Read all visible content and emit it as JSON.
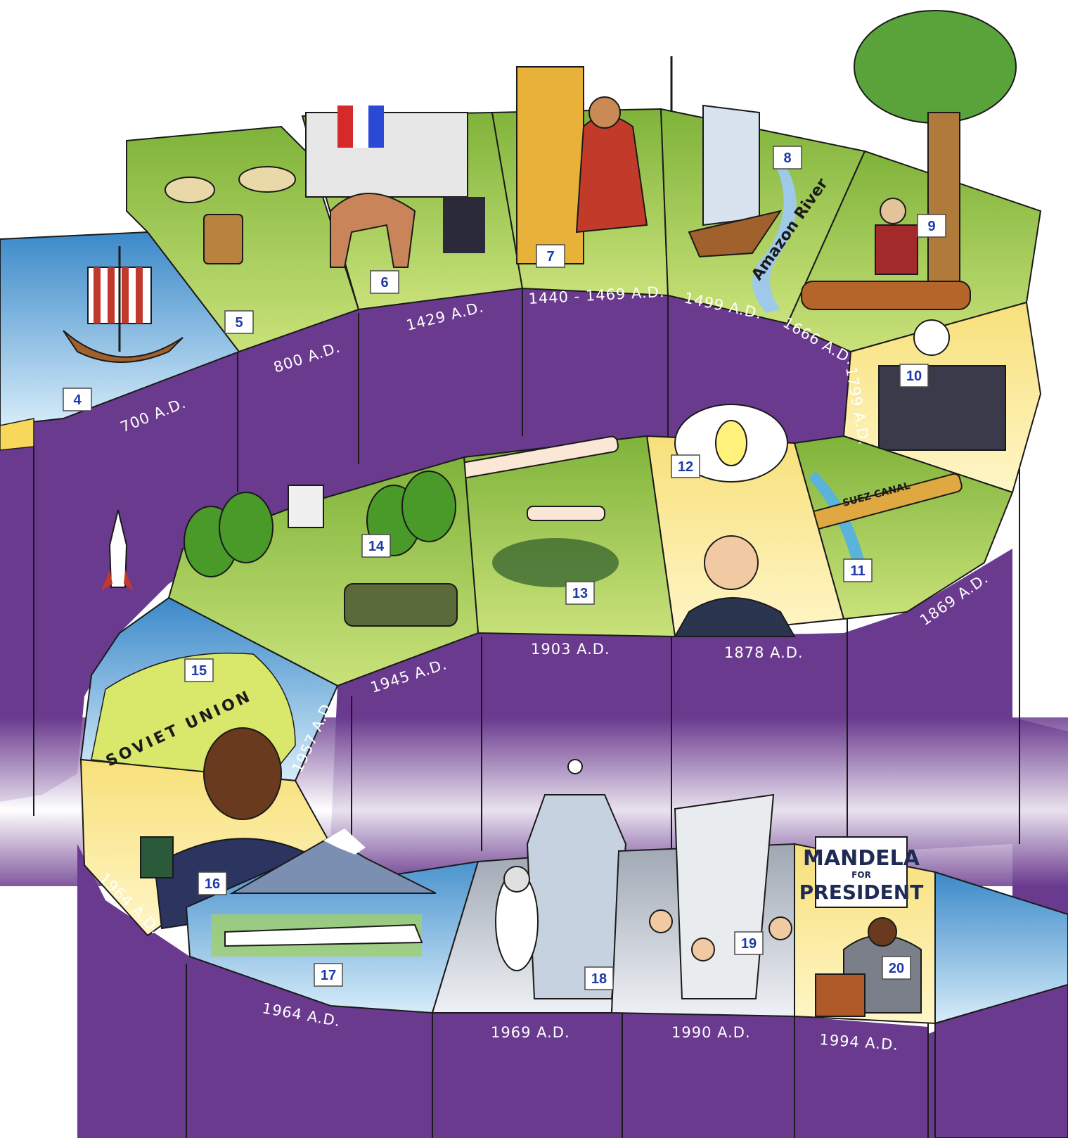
{
  "colors": {
    "road_purple": "#6a3a8e",
    "road_purple_dark": "#4a2570",
    "outline": "#1a1a1a",
    "marker_fill": "#ffffff",
    "marker_text": "#1f3aa8",
    "date_text": "#ffffff"
  },
  "stops": [
    {
      "number": "4",
      "date": "700 A.D.",
      "scene": "viking ship on sea"
    },
    {
      "number": "5",
      "date": "800 A.D.",
      "scene": "tea pickers in field"
    },
    {
      "number": "6",
      "date": "1429 A.D.",
      "scene": "knight on horse with flag before castle"
    },
    {
      "number": "7",
      "date": "1440 - 1469 A.D.",
      "scene": "emperor on throne"
    },
    {
      "number": "8",
      "date": "1499 A.D.",
      "scene": "sailing ship on river",
      "label": "Amazon River"
    },
    {
      "number": "9",
      "date": "1666 A.D.",
      "scene": "man under apple tree"
    },
    {
      "number": "10",
      "date": "1799 A.D.",
      "scene": "composer at piano"
    },
    {
      "number": "11",
      "date": "1869 A.D.",
      "scene": "canal ribbon cutting",
      "label": "SUEZ CANAL"
    },
    {
      "number": "12",
      "date": "1878 A.D.",
      "scene": "inventor with light bulb"
    },
    {
      "number": "13",
      "date": "1903 A.D.",
      "scene": "early biplane"
    },
    {
      "number": "14",
      "date": "1945 A.D.",
      "scene": "celebration with tank and arch"
    },
    {
      "number": "15",
      "date": "1957 A.D.",
      "scene": "rocket over map",
      "label": "SOVIET UNION"
    },
    {
      "number": "16",
      "date": "1964 A.D.",
      "scene": "leader holding medal"
    },
    {
      "number": "17",
      "date": "1964 A.D.",
      "scene": "bullet train and mountain"
    },
    {
      "number": "18",
      "date": "1969 A.D.",
      "scene": "astronaut on moon"
    },
    {
      "number": "19",
      "date": "1990 A.D.",
      "scene": "people breaking wall"
    },
    {
      "number": "20",
      "date": "1994 A.D.",
      "scene": "campaign speaker",
      "label_line1": "MANDELA",
      "label_line2": "FOR",
      "label_line3": "PRESIDENT"
    }
  ]
}
